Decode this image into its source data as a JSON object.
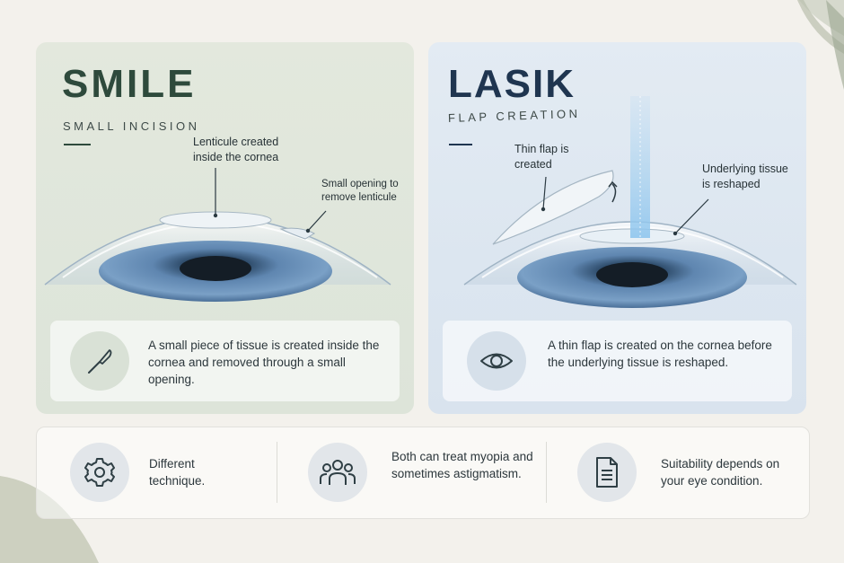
{
  "smile": {
    "title": "SMILE",
    "subtitle": "SMALL INCISION",
    "callout_lenticule": "Lenticule created inside the cornea",
    "callout_opening": "Small opening to remove lenticule",
    "description": "A small piece of tissue is created inside the cornea and removed through a small opening.",
    "icon": "scalpel-icon"
  },
  "lasik": {
    "title": "LASIK",
    "subtitle": "FLAP CREATION",
    "callout_flap": "Thin flap is created",
    "callout_reshape": "Underlying tissue is reshaped",
    "description": "A thin flap is created on the cornea before the underlying tissue is reshaped.",
    "icon": "eye-icon"
  },
  "summary": [
    {
      "text": "Different technique.",
      "icon": "gear-icon"
    },
    {
      "text": "Both can treat myopia and sometimes astigmatism.",
      "icon": "people-icon"
    },
    {
      "text": "Suitability depends on your eye condition.",
      "icon": "document-icon"
    }
  ],
  "colors": {
    "smile_panel": "#e0e7dc",
    "lasik_panel": "#dce6f0",
    "iris": "#5f86b0",
    "smile_title": "#2e4a3c",
    "lasik_title": "#1f3550",
    "background": "#f3f1ec"
  }
}
